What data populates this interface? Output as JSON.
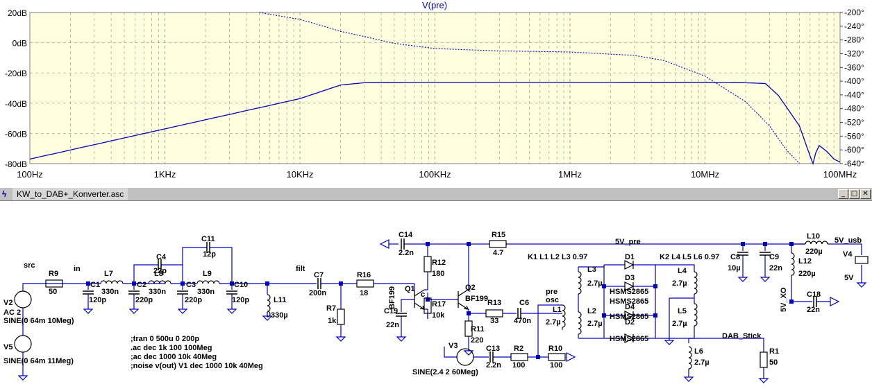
{
  "plot": {
    "title": "V(pre)",
    "left_ticks": [
      "20dB",
      "0dB",
      "-20dB",
      "-40dB",
      "-60dB",
      "-80dB"
    ],
    "right_ticks": [
      "-200°",
      "-240°",
      "-280°",
      "-320°",
      "-360°",
      "-400°",
      "-440°",
      "-480°",
      "-520°",
      "-560°",
      "-600°",
      "-640°"
    ],
    "x_ticks": [
      "100Hz",
      "1KHz",
      "10KHz",
      "100KHz",
      "1MHz",
      "10MHz",
      "100MHz"
    ]
  },
  "chart_data": {
    "type": "line",
    "title": "V(pre)",
    "x_scale": "log",
    "xlim": [
      100,
      100000000
    ],
    "ylim_left": [
      -80,
      20
    ],
    "ylim_right": [
      -640,
      -200
    ],
    "grid": true,
    "series": [
      {
        "x": [
          100,
          1000,
          10000,
          20000,
          30000,
          100000,
          1000000,
          10000000,
          20000000,
          28000000,
          35000000,
          50000000,
          60000000,
          63000000,
          66000000,
          70000000,
          80000000,
          90000000,
          100000000
        ],
        "y": [
          -77,
          -57,
          -37,
          -28,
          -26.5,
          -26.3,
          -26.3,
          -26.2,
          -26.5,
          -27,
          -35,
          -55,
          -75,
          -80,
          -73,
          -68,
          -72,
          -77,
          -79
        ]
      },
      {
        "x": [
          5000,
          10000,
          15000,
          20000,
          30000,
          50000,
          100000,
          300000,
          1000000,
          3000000,
          5000000,
          10000000,
          20000000,
          30000000,
          40000000,
          50000000
        ],
        "y": [
          -200,
          -220,
          -240,
          -255,
          -270,
          -290,
          -305,
          -312,
          -315,
          -325,
          -340,
          -385,
          -460,
          -530,
          -600,
          -640
        ]
      }
    ]
  },
  "window": {
    "tab": "KW_to_DAB+_Konverter.asc",
    "min": "_",
    "max": "□",
    "close": "✕"
  },
  "labels": [
    {
      "id": "src",
      "t": "src"
    },
    {
      "id": "in",
      "t": "in"
    },
    {
      "id": "filt",
      "t": "filt"
    },
    {
      "id": "pre",
      "t": "pre"
    },
    {
      "id": "osc",
      "t": "osc"
    },
    {
      "id": "r9",
      "t": "R9"
    },
    {
      "id": "r9v",
      "t": "50"
    },
    {
      "id": "l7",
      "t": "L7"
    },
    {
      "id": "l7v",
      "t": "330n"
    },
    {
      "id": "c1",
      "t": "C1"
    },
    {
      "id": "c1v",
      "t": "120p"
    },
    {
      "id": "c4",
      "t": "C4"
    },
    {
      "id": "c4v",
      "t": "22p"
    },
    {
      "id": "l8",
      "t": "L8"
    },
    {
      "id": "l8v",
      "t": "330n"
    },
    {
      "id": "c2",
      "t": "C2"
    },
    {
      "id": "c2v",
      "t": "220p"
    },
    {
      "id": "c11",
      "t": "C11"
    },
    {
      "id": "c11v",
      "t": "12p"
    },
    {
      "id": "l9",
      "t": "L9"
    },
    {
      "id": "l9v",
      "t": "330n"
    },
    {
      "id": "c3",
      "t": "C3"
    },
    {
      "id": "c3v",
      "t": "220p"
    },
    {
      "id": "c10",
      "t": "C10"
    },
    {
      "id": "c10v",
      "t": "120p"
    },
    {
      "id": "l11",
      "t": "L11"
    },
    {
      "id": "l11v",
      "t": "330µ"
    },
    {
      "id": "c7",
      "t": "C7"
    },
    {
      "id": "c7v",
      "t": "200n"
    },
    {
      "id": "r7",
      "t": "R7"
    },
    {
      "id": "r7v",
      "t": "1k"
    },
    {
      "id": "r16",
      "t": "R16"
    },
    {
      "id": "r16v",
      "t": "18"
    },
    {
      "id": "q1m",
      "t": "BF199"
    },
    {
      "id": "q1",
      "t": "Q1"
    },
    {
      "id": "c14",
      "t": "C14"
    },
    {
      "id": "c14v",
      "t": "2.2n"
    },
    {
      "id": "r12",
      "t": "R12"
    },
    {
      "id": "r12v",
      "t": "180"
    },
    {
      "id": "r17",
      "t": "R17"
    },
    {
      "id": "r17v",
      "t": "10k"
    },
    {
      "id": "c",
      "t": "c"
    },
    {
      "id": "c19",
      "t": "C19"
    },
    {
      "id": "c19v",
      "t": "22n"
    },
    {
      "id": "q2",
      "t": "Q2"
    },
    {
      "id": "q2m",
      "t": "BF199"
    },
    {
      "id": "r15",
      "t": "R15"
    },
    {
      "id": "r15v",
      "t": "4.7"
    },
    {
      "id": "r13",
      "t": "R13"
    },
    {
      "id": "r13v",
      "t": "33"
    },
    {
      "id": "c6",
      "t": "C6"
    },
    {
      "id": "c6v",
      "t": "470n"
    },
    {
      "id": "r11",
      "t": "R11"
    },
    {
      "id": "r11v",
      "t": "220"
    },
    {
      "id": "v3",
      "t": "V3"
    },
    {
      "id": "v3v",
      "t": "SINE(2.4 2 60Meg)"
    },
    {
      "id": "c13",
      "t": "C13"
    },
    {
      "id": "c13v",
      "t": "2.2n"
    },
    {
      "id": "r2",
      "t": "R2"
    },
    {
      "id": "r2v",
      "t": "100"
    },
    {
      "id": "r10",
      "t": "R10"
    },
    {
      "id": "r10v",
      "t": "100"
    },
    {
      "id": "v2",
      "t": "V2"
    },
    {
      "id": "v2a",
      "t": "AC 2"
    },
    {
      "id": "v2v",
      "t": "SINE(0 64m 10Meg)"
    },
    {
      "id": "v5",
      "t": "V5"
    },
    {
      "id": "v5v",
      "t": "SINE(0 64m 11Meg)"
    },
    {
      "id": "cmd1",
      "t": ";tran 0 500u 0 200p"
    },
    {
      "id": "cmd2",
      "t": ".ac dec 1k 100 100Meg"
    },
    {
      "id": "cmd3",
      "t": ";ac dec 1000 10k 40Meg"
    },
    {
      "id": "cmd4",
      "t": ";noise v(out) V1 dec 1000 10k 40Meg"
    },
    {
      "id": "k1",
      "t": "K1 L1 L2 L3 0.97"
    },
    {
      "id": "k2",
      "t": "K2 L4 L5 L6 0.97"
    },
    {
      "id": "l3",
      "t": "L3"
    },
    {
      "id": "l3v",
      "t": "2.7µ"
    },
    {
      "id": "l2",
      "t": "L2"
    },
    {
      "id": "l2v",
      "t": "2.7µ"
    },
    {
      "id": "l1",
      "t": "L1"
    },
    {
      "id": "l1v",
      "t": "2.7µ"
    },
    {
      "id": "d1",
      "t": "D1"
    },
    {
      "id": "d1m",
      "t": "HSMS2865"
    },
    {
      "id": "d3",
      "t": "D3"
    },
    {
      "id": "d3m",
      "t": "HSMS2865"
    },
    {
      "id": "d4",
      "t": "D4"
    },
    {
      "id": "d4m",
      "t": "HSMS2865"
    },
    {
      "id": "d2",
      "t": "D2"
    },
    {
      "id": "d2m",
      "t": "HSMS2865"
    },
    {
      "id": "l4",
      "t": "L4"
    },
    {
      "id": "l4v",
      "t": "2.7µ"
    },
    {
      "id": "l5",
      "t": "L5"
    },
    {
      "id": "l5v",
      "t": "2.7µ"
    },
    {
      "id": "l6",
      "t": "L6"
    },
    {
      "id": "l6v",
      "t": "2.7µ"
    },
    {
      "id": "dab",
      "t": "DAB_Stick"
    },
    {
      "id": "r1",
      "t": "R1"
    },
    {
      "id": "r1v",
      "t": "50"
    },
    {
      "id": "n5vpre",
      "t": "5V_pre"
    },
    {
      "id": "c8",
      "t": "C8"
    },
    {
      "id": "c8v",
      "t": "10µ"
    },
    {
      "id": "c9",
      "t": "C9"
    },
    {
      "id": "c9v",
      "t": "22n"
    },
    {
      "id": "l10",
      "t": "L10"
    },
    {
      "id": "l10v",
      "t": "220µ"
    },
    {
      "id": "n5vusb",
      "t": "5V_usb"
    },
    {
      "id": "v4",
      "t": "V4"
    },
    {
      "id": "v4v",
      "t": "5V"
    },
    {
      "id": "l12",
      "t": "L12"
    },
    {
      "id": "l12v",
      "t": "220µ"
    },
    {
      "id": "c18",
      "t": "C18"
    },
    {
      "id": "c18v",
      "t": "22n"
    },
    {
      "id": "n5vxo",
      "t": "5V_XO"
    }
  ]
}
